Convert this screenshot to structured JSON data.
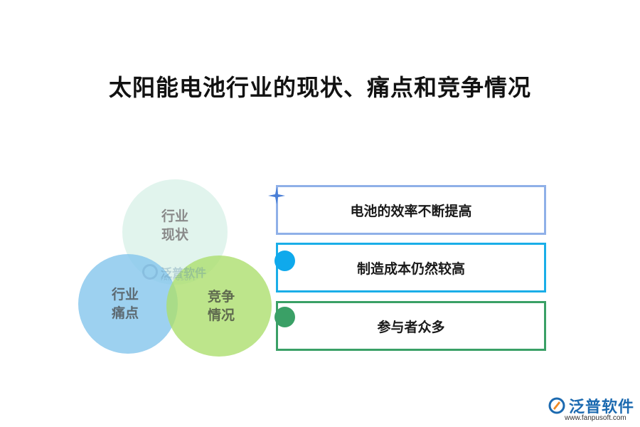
{
  "title": "太阳能电池行业的现状、痛点和竞争情况",
  "venn": {
    "top": {
      "line1": "行业",
      "line2": "现状",
      "color": "#c8ebde"
    },
    "left": {
      "line1": "行业",
      "line2": "痛点",
      "color": "#84c6ec"
    },
    "right": {
      "line1": "竞争",
      "line2": "情况",
      "color": "#acde6e"
    }
  },
  "watermark": {
    "name": "泛普软件",
    "sub": "FANPUSOFT"
  },
  "items": [
    {
      "text": "电池的效率不断提高",
      "color": "#8fb0e8",
      "marker": "sparkle-icon"
    },
    {
      "text": "制造成本仍然较高",
      "color": "#1aaee8",
      "marker": "dot-icon"
    },
    {
      "text": "参与者众多",
      "color": "#3aa066",
      "marker": "dot-icon"
    }
  ],
  "brand": {
    "name": "泛普软件",
    "url": "www.fanpusoft.com"
  }
}
